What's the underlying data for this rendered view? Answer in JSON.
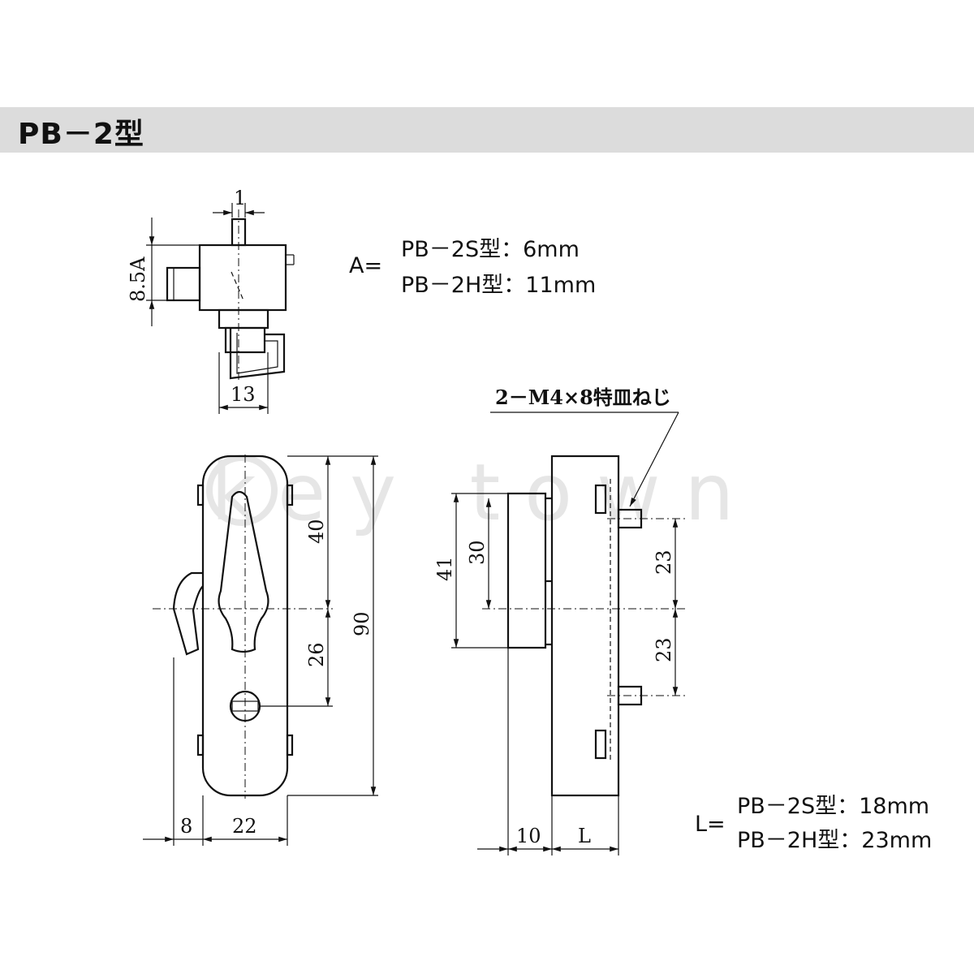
{
  "header": {
    "title": "PB－2型"
  },
  "watermark": "key town",
  "top_view": {
    "dim_top": "1",
    "dim_left": "8.5A",
    "dim_bottom": "13"
  },
  "note_a": {
    "prefix": "A=",
    "line1": "PB－2S型：6mm",
    "line2": "PB－2H型：11mm"
  },
  "front_view": {
    "dim_40": "40",
    "dim_26": "26",
    "dim_90": "90",
    "dim_8": "8",
    "dim_22": "22"
  },
  "side_view": {
    "callout": "2－M4×8特皿ねじ",
    "dim_41": "41",
    "dim_30": "30",
    "dim_23a": "23",
    "dim_23b": "23",
    "dim_10": "10",
    "dim_l": "L"
  },
  "note_l": {
    "prefix": "L=",
    "line1": "PB－2S型：18mm",
    "line2": "PB－2H型：23mm"
  }
}
